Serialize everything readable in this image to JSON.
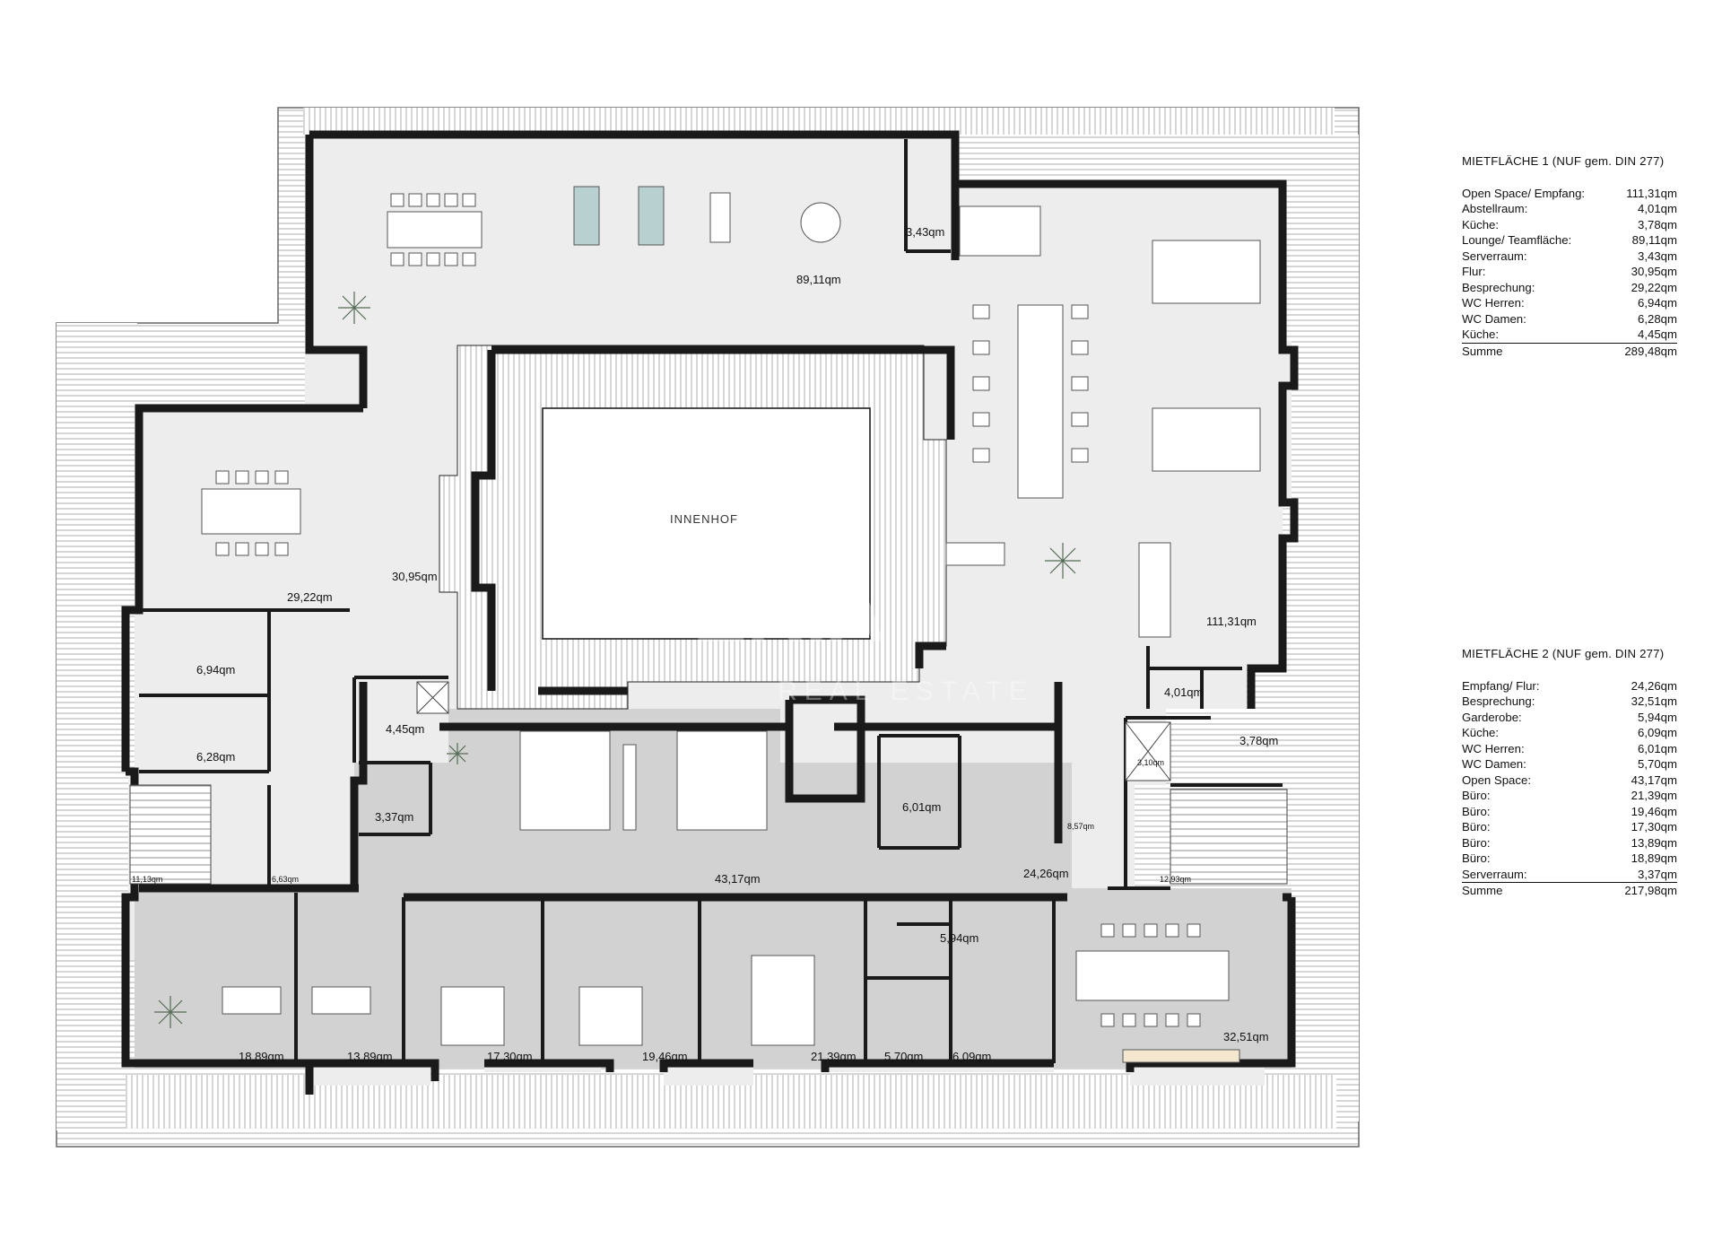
{
  "courtyard": "INNENHOF",
  "watermark": {
    "word": "ERIA",
    "sub": "REAL ESTATE"
  },
  "rooms": [
    {
      "label": "89,11qm"
    },
    {
      "label": "3,43qm"
    },
    {
      "label": "111,31qm"
    },
    {
      "label": "30,95qm"
    },
    {
      "label": "29,22qm"
    },
    {
      "label": "6,94qm"
    },
    {
      "label": "6,28qm"
    },
    {
      "label": "4,45qm"
    },
    {
      "label": "4,01qm"
    },
    {
      "label": "3,78qm"
    },
    {
      "label": "3,37qm"
    },
    {
      "label": "6,01qm"
    },
    {
      "label": "43,17qm"
    },
    {
      "label": "24,26qm"
    },
    {
      "label": "8,57qm"
    },
    {
      "label": "3,10qm"
    },
    {
      "label": "12,93qm"
    },
    {
      "label": "11,13qm"
    },
    {
      "label": "6,63qm"
    },
    {
      "label": "5,94qm"
    },
    {
      "label": "18,89qm"
    },
    {
      "label": "13,89qm"
    },
    {
      "label": "17,30qm"
    },
    {
      "label": "19,46qm"
    },
    {
      "label": "21,39qm"
    },
    {
      "label": "5,70qm"
    },
    {
      "label": "6,09qm"
    },
    {
      "label": "32,51qm"
    }
  ],
  "legend1": {
    "title": "MIETFLÄCHE 1 (NUF gem. DIN 277)",
    "rows": [
      {
        "name": "Open Space/ Empfang:",
        "value": "111,31qm"
      },
      {
        "name": "Abstellraum:",
        "value": "4,01qm"
      },
      {
        "name": "Küche:",
        "value": "3,78qm"
      },
      {
        "name": "Lounge/ Teamfläche:",
        "value": "89,11qm"
      },
      {
        "name": "Serverraum:",
        "value": "3,43qm"
      },
      {
        "name": "Flur:",
        "value": "30,95qm"
      },
      {
        "name": "Besprechung:",
        "value": "29,22qm"
      },
      {
        "name": "WC Herren:",
        "value": "6,94qm"
      },
      {
        "name": "WC Damen:",
        "value": "6,28qm"
      },
      {
        "name": "Küche:",
        "value": "4,45qm"
      }
    ],
    "sum_label": "Summe",
    "sum_value": "289,48qm"
  },
  "legend2": {
    "title": "MIETFLÄCHE 2 (NUF gem. DIN 277)",
    "rows": [
      {
        "name": "Empfang/ Flur:",
        "value": "24,26qm"
      },
      {
        "name": "Besprechung:",
        "value": "32,51qm"
      },
      {
        "name": "Garderobe:",
        "value": "5,94qm"
      },
      {
        "name": "Küche:",
        "value": "6,09qm"
      },
      {
        "name": "WC Herren:",
        "value": "6,01qm"
      },
      {
        "name": "WC Damen:",
        "value": "5,70qm"
      },
      {
        "name": "Open Space:",
        "value": "43,17qm"
      },
      {
        "name": "Büro:",
        "value": "21,39qm"
      },
      {
        "name": "Büro:",
        "value": "19,46qm"
      },
      {
        "name": "Büro:",
        "value": "17,30qm"
      },
      {
        "name": "Büro:",
        "value": "13,89qm"
      },
      {
        "name": "Büro:",
        "value": "18,89qm"
      },
      {
        "name": "Serverraum:",
        "value": "3,37qm"
      }
    ],
    "sum_label": "Summe",
    "sum_value": "217,98qm"
  }
}
